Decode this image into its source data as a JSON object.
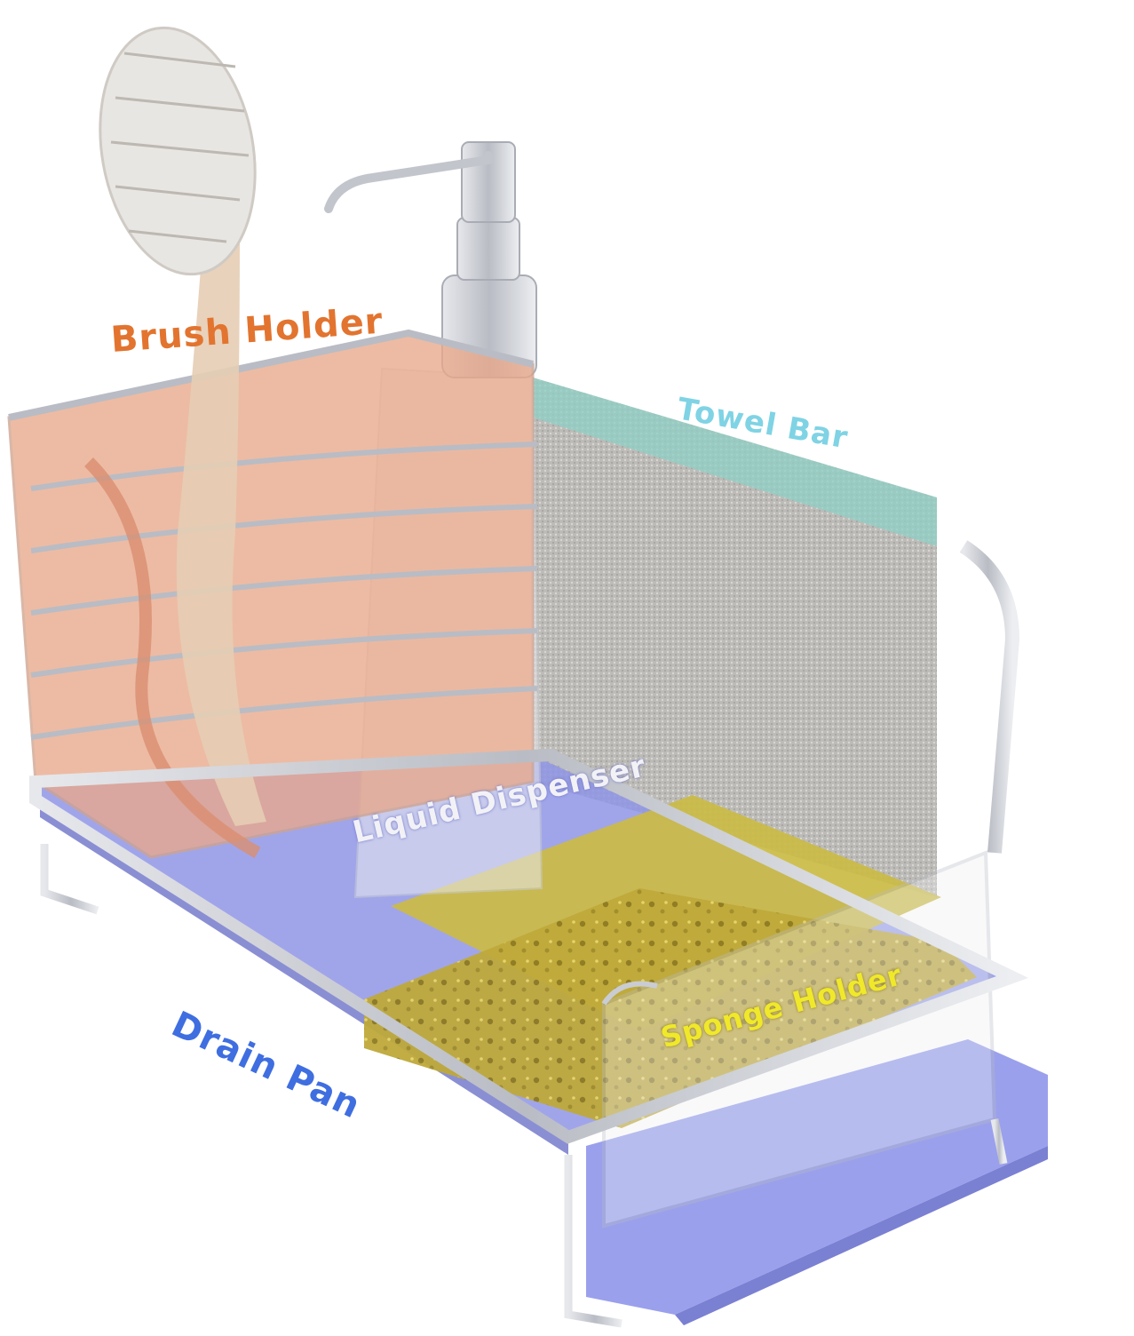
{
  "labels": {
    "brush_holder": "Brush Holder",
    "towel_bar": "Towel Bar",
    "liquid_dispenser": "Liquid Dispenser",
    "sponge_holder": "Sponge Holder",
    "drain_pan": "Drain Pan"
  },
  "colors": {
    "brush_holder": "#e2742f",
    "towel_bar": "#7fd3e4",
    "liquid_dispenser": "#f2f2f6",
    "sponge_holder": "#f0e92a",
    "drain_pan": "#3f6ee0",
    "brush_tint": "#e9a88a",
    "drain_tint": "#8f95e6",
    "sponge_tint": "#c9b73a",
    "towel_tint": "#8fd0c6",
    "steel": "#c9ccd2"
  }
}
